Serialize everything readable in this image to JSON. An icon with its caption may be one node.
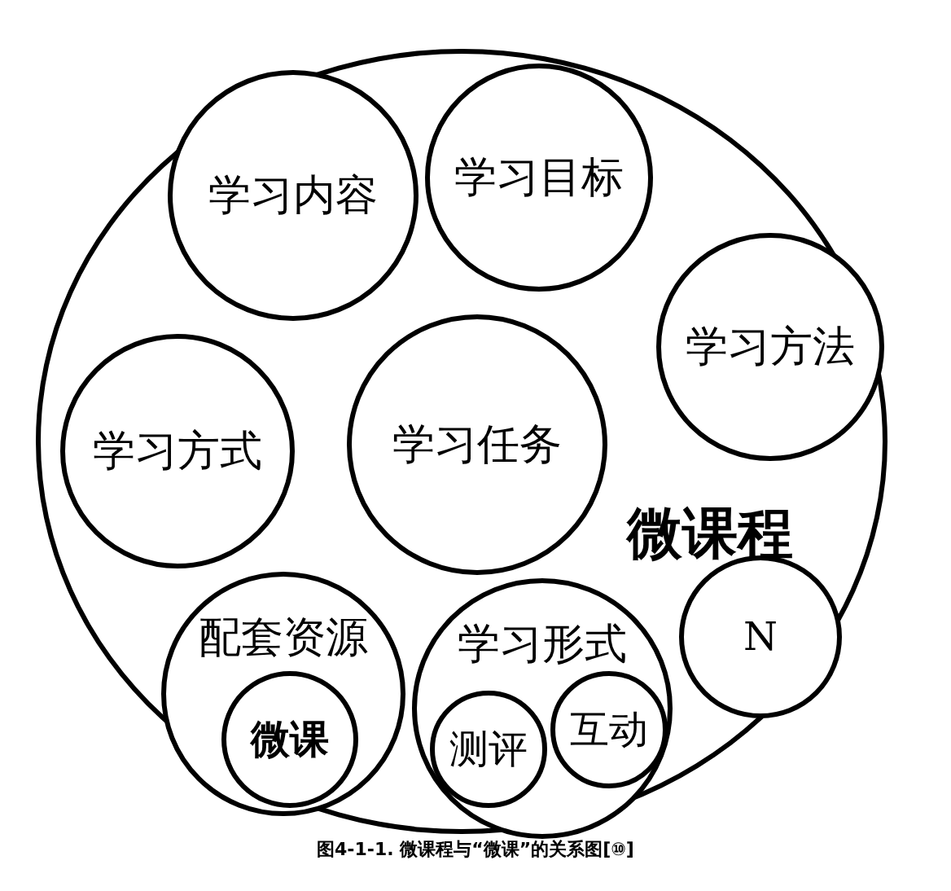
{
  "diagram": {
    "caption": "图4-1-1. 微课程与“微课”的关系图[⑩]",
    "nodes": [
      {
        "text": [
          "微课程"
        ]
      },
      {
        "text": [
          "学习内容"
        ],
        "in": 0
      },
      {
        "text": [
          "学习目标"
        ],
        "in": 0
      },
      {
        "text": [
          "学习方法"
        ],
        "in": 0
      },
      {
        "text": [
          "学习方式"
        ],
        "in": 0
      },
      {
        "text": [
          "学习任务"
        ],
        "in": 0
      },
      {
        "text": [
          "配套资源"
        ],
        "in": 0
      },
      {
        "text": [
          "微课"
        ],
        "in": 6
      },
      {
        "text": [
          "学习形式"
        ],
        "in": 0
      },
      {
        "text": [
          "测评"
        ],
        "in": 8
      },
      {
        "text": [
          "互动"
        ],
        "in": 8
      },
      {
        "text": [
          "N"
        ],
        "in": 0
      }
    ],
    "edges": []
  }
}
